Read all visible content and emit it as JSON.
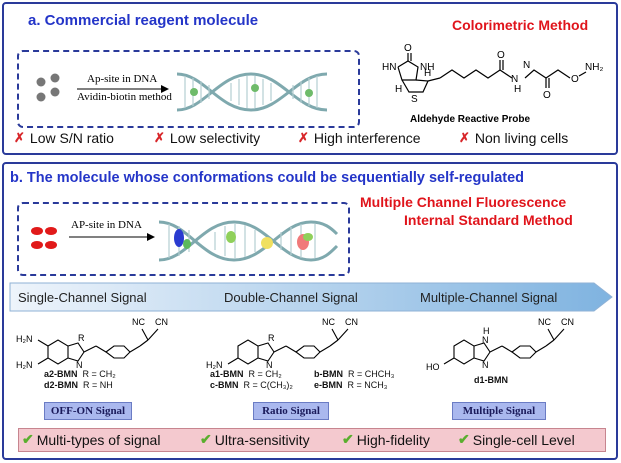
{
  "panel_a": {
    "title": "a.  Commercial reagent molecule",
    "method": "Colorimetric Method",
    "arrow_top": "Ap-site in DNA",
    "arrow_bottom": "Avidin-biotin method",
    "probe_name": "Aldehyde Reactive Probe",
    "probe_atoms": {
      "o1": "O",
      "hn": "HN",
      "nh1": "NH",
      "h1": "H",
      "h2": "H",
      "s": "S",
      "o2": "O",
      "n1": "N",
      "h3": "H",
      "nh2": "N",
      "o3": "O",
      "o4": "O",
      "nh3": "NH₂"
    },
    "issues": [
      "Low S/N ratio",
      "Low selectivity",
      "High interference",
      "Non living cells"
    ]
  },
  "panel_b": {
    "title": "b.  The molecule whose conformations could be sequentially self-regulated",
    "method_line1": "Multiple Channel Fluorescence",
    "method_line2": "Internal Standard Method",
    "arrow_label": "AP-site in DNA",
    "channels": [
      "Single-Channel Signal",
      "Double-Channel Signal",
      "Multiple-Channel Signal"
    ],
    "mol1": {
      "nc": "NC",
      "cn": "CN",
      "h2n_top": "H₂N",
      "h2n_bot": "H₂N",
      "r": "R",
      "n": "N",
      "l1": "a2-BMN",
      "l1v": "R = CH₂",
      "l2": "d2-BMN",
      "l2v": "R = NH"
    },
    "mol2": {
      "nc": "NC",
      "cn": "CN",
      "h2n": "H₂N",
      "r": "R",
      "n": "N",
      "l1": "a1-BMN",
      "l1v": "R = CH₂",
      "l2": "c-BMN",
      "l2v": "R = C(CH₃)₂",
      "l3": "b-BMN",
      "l3v": "R = CHCH₃",
      "l4": "e-BMN",
      "l4v": "R = NCH₃"
    },
    "mol3": {
      "nc": "NC",
      "cn": "CN",
      "ho": "HO",
      "h": "H",
      "n1": "N",
      "n2": "N",
      "l1": "d1-BMN"
    },
    "signals": [
      "OFF-ON Signal",
      "Ratio Signal",
      "Multiple  Signal"
    ],
    "features": [
      "Multi-types of signal",
      "Ultra-sensitivity",
      "High-fidelity",
      "Single-cell Level"
    ]
  },
  "colors": {
    "title_blue": "#2435c8",
    "method_red": "#e0141b",
    "feature_bg": "#f4c9cf",
    "check_green": "#5aae2e",
    "cross_red": "#d8262a"
  }
}
